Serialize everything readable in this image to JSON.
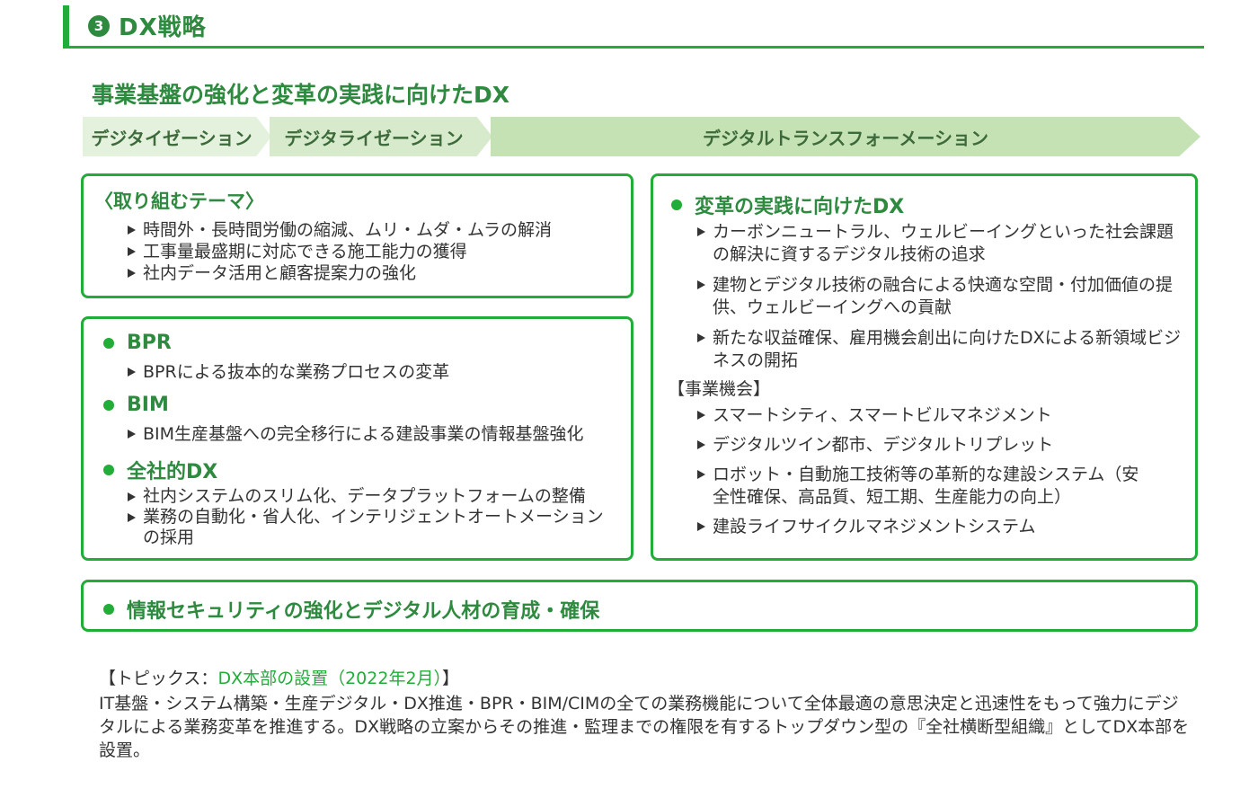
{
  "section": {
    "number": "3",
    "title": "DX戦略"
  },
  "subtitle": "事業基盤の強化と変革の実践に向けたDX",
  "stages": [
    "デジタイゼーション",
    "デジタライゼーション",
    "デジタルトランスフォーメーション"
  ],
  "themes": {
    "heading": "〈取り組むテーマ〉",
    "items": [
      "時間外・長時間労働の縮減、ムリ・ムダ・ムラの解消",
      "工事量最盛期に対応できる施工能力の獲得",
      "社内データ活用と顧客提案力の強化"
    ]
  },
  "initiatives": [
    {
      "heading": "BPR",
      "items": [
        "BPRによる抜本的な業務プロセスの変革"
      ]
    },
    {
      "heading": "BIM",
      "items": [
        "BIM生産基盤への完全移行による建設事業の情報基盤強化"
      ]
    },
    {
      "heading": "全社的DX",
      "items": [
        "社内システムのスリム化、データプラットフォームの整備",
        "業務の自動化・省人化、インテリジェントオートメーションの採用"
      ]
    }
  ],
  "transformation": {
    "heading": "変革の実践に向けたDX",
    "items": [
      "カーボンニュートラル、ウェルビーイングといった社会課題の解決に資するデジタル技術の追求",
      "建物とデジタル技術の融合による快適な空間・付加価値の提供、ウェルビーイングへの貢献",
      "新たな収益確保、雇用機会創出に向けたDXによる新領域ビジネスの開拓"
    ],
    "business_heading": "【事業機会】",
    "business_items": [
      "スマートシティ、スマートビルマネジメント",
      "デジタルツイン都市、デジタルトリプレット",
      "ロボット・自動施工技術等の革新的な建設システム（安全性確保、高品質、短工期、生産能力の向上）",
      "建設ライフサイクルマネジメントシステム"
    ]
  },
  "security": "情報セキュリティの強化とデジタル人材の育成・確保",
  "topics": {
    "open": "【トピックス：",
    "highlight": "DX本部の設置（2022年2月）",
    "close": "】",
    "body": "IT基盤・システム構築・生産デジタル・DX推進・BPR・BIM/CIMの全ての業務機能について全体最適の意思決定と迅速性をもって強力にデジタルによる業務変革を推進する。DX戦略の立案からその推進・監理までの権限を有するトップダウン型の『全社横断型組織』としてDX本部を設置。"
  },
  "colors": {
    "accent": "#22ac38",
    "heading": "#2d8a3e",
    "stage1": "#e4f1dd",
    "stage2": "#d7ebcc",
    "stage3": "#c5e2b4"
  }
}
